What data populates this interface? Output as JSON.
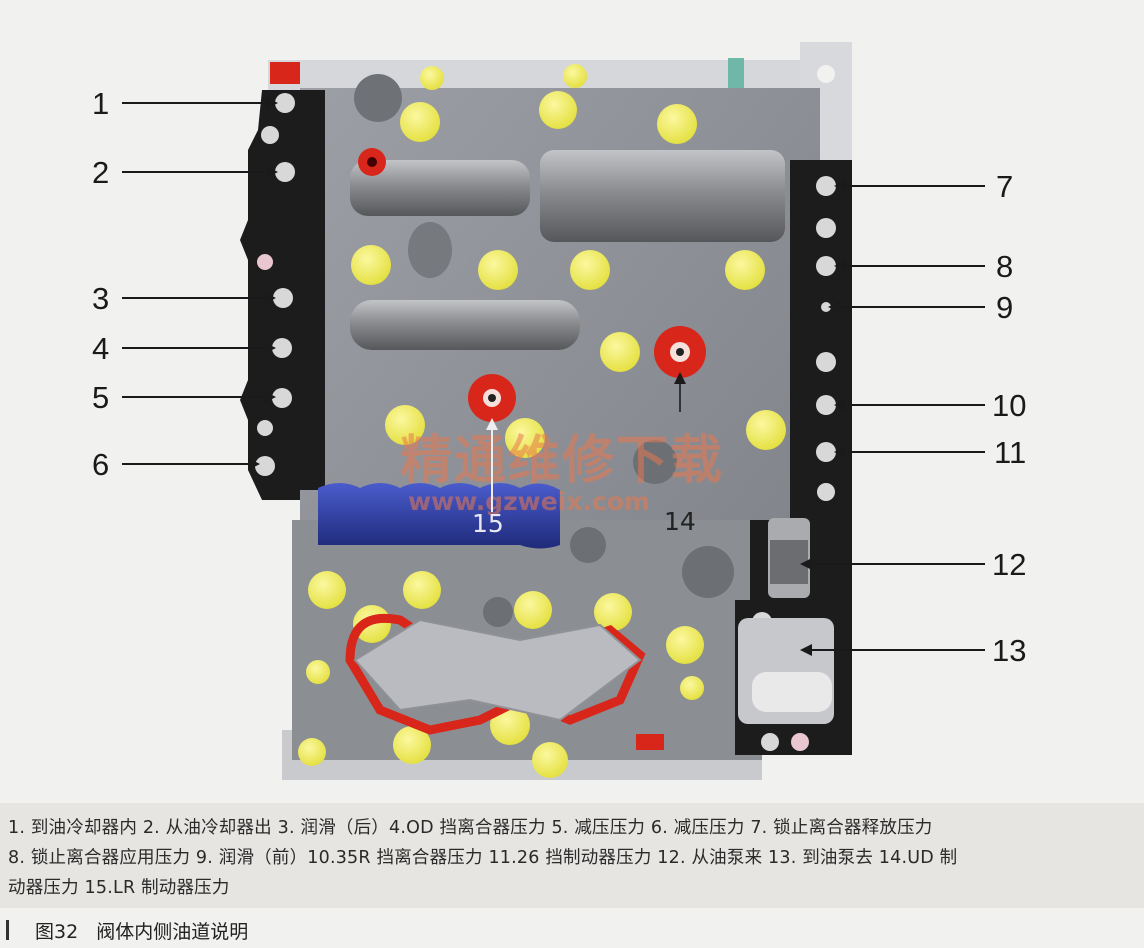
{
  "callouts": {
    "left": [
      "1",
      "2",
      "3",
      "4",
      "5",
      "6"
    ],
    "right": [
      "7",
      "8",
      "9",
      "10",
      "11",
      "12",
      "13"
    ],
    "inner": [
      "15",
      "14"
    ]
  },
  "watermark": {
    "chinese": "精通维修下载",
    "url": "www.gzweix.com"
  },
  "caption": {
    "line1": "1. 到油冷却器内  2. 从油冷却器出  3. 润滑（后）4.OD 挡离合器压力  5. 减压压力  6. 减压压力  7. 锁止离合器释放压力",
    "line2": "8. 锁止离合器应用压力  9. 润滑（前）10.35R 挡离合器压力  11.26 挡制动器压力  12. 从油泵来     13. 到油泵去  14.UD 制",
    "line3": "动器压力  15.LR 制动器压力"
  },
  "figure": {
    "number": "图32",
    "title": "阀体内侧油道说明"
  },
  "colors": {
    "gasket": "#1c1c1c",
    "plate": "#8e9197",
    "yellow_plug": "#f2ef5a",
    "red_port": "#d9261a",
    "blue_valve": "#2b3a9c"
  }
}
